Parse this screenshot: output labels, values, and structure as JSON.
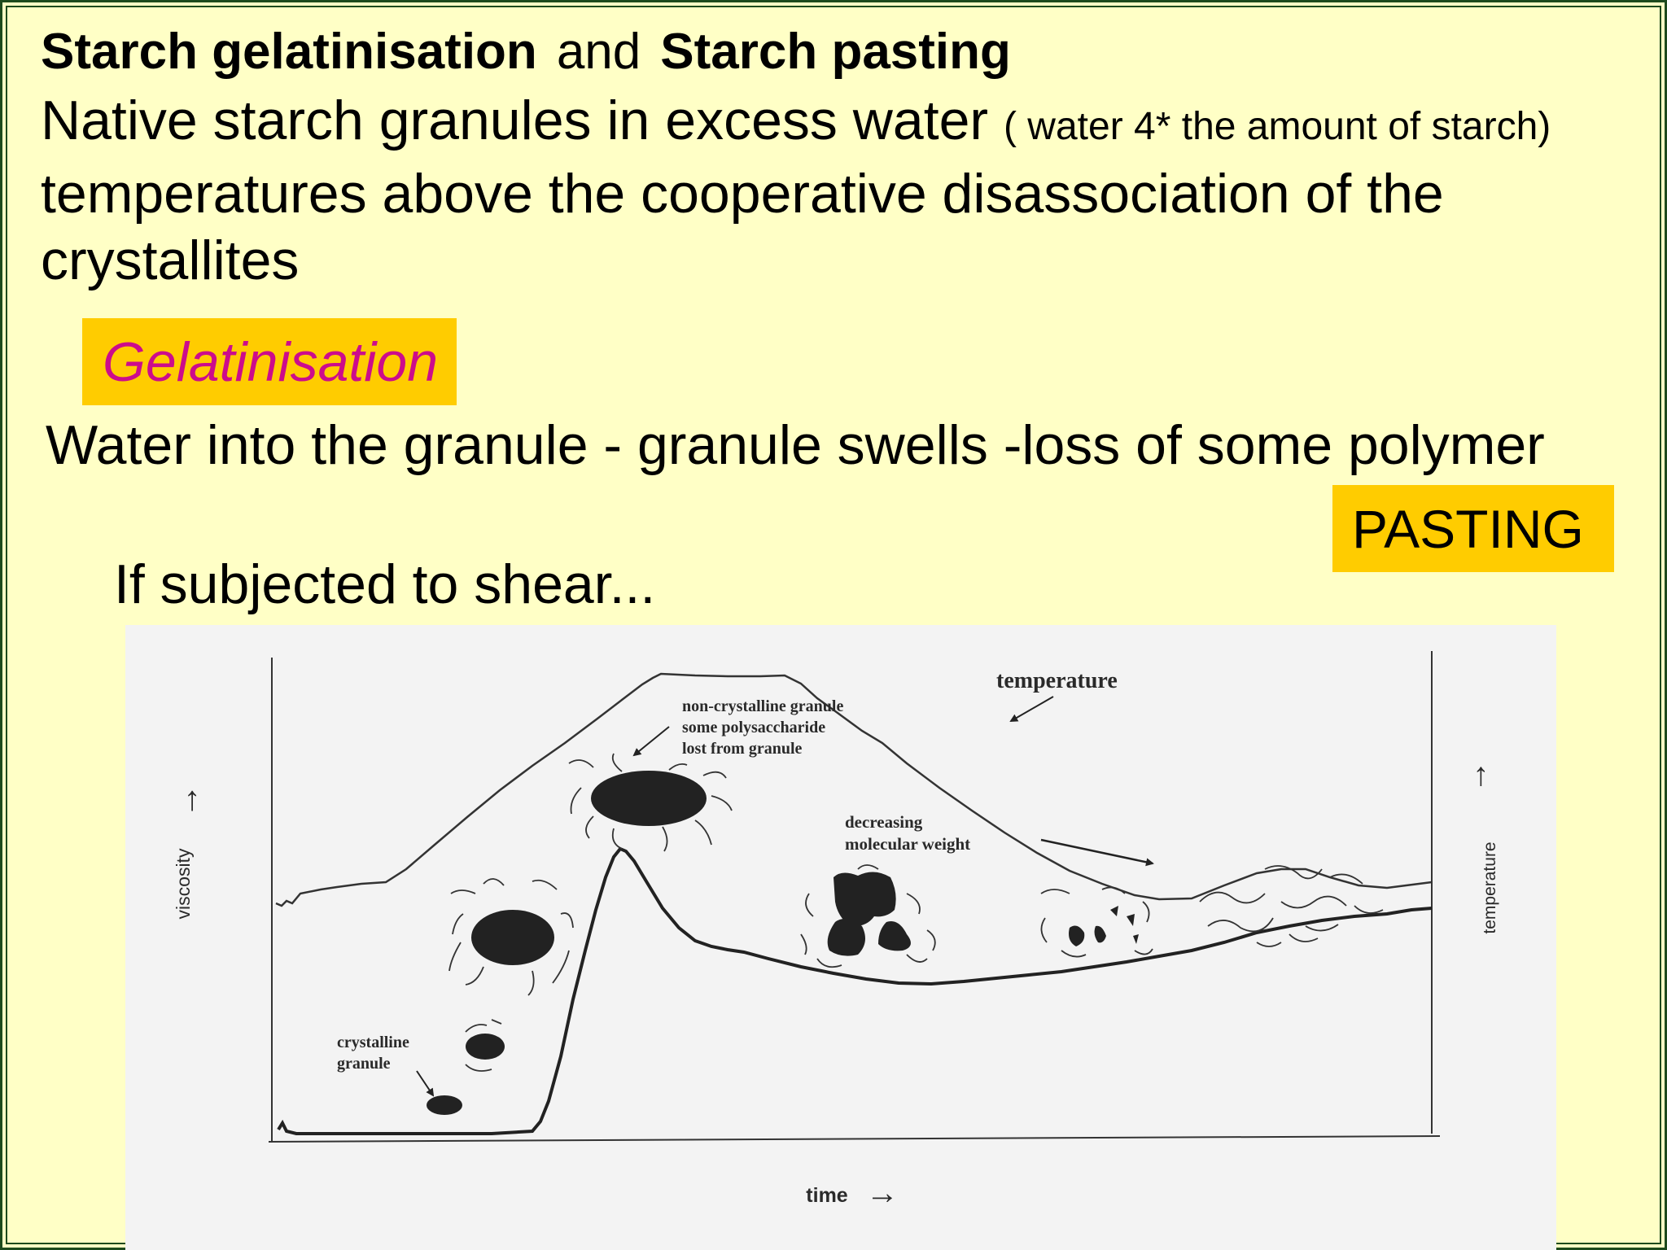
{
  "slide": {
    "title_part1": "Starch gelatinisation",
    "title_and": "and",
    "title_part2": "Starch pasting",
    "intro_line1": "Native starch granules in excess water",
    "intro_note": "( water 4* the amount of starch)",
    "intro_line2": "temperatures above the cooperative disassociation of the",
    "intro_line3": "crystallites",
    "gelatinisation_label": "Gelatinisation",
    "water_line": "Water into the granule - granule swells -loss of some polymer",
    "pasting_label": "PASTING",
    "shear_line": "If subjected to shear..."
  },
  "diagram": {
    "temperature_label": "temperature",
    "nc_line1": "non-crystalline granule",
    "nc_line2": "some polysaccharide",
    "nc_line3": "lost from granule",
    "dmw_line1": "decreasing",
    "dmw_line2": "molecular weight",
    "cg_line1": "crystalline",
    "cg_line2": "granule",
    "axis_y_left": "viscosity",
    "axis_y_right": "temperature",
    "axis_x": "time",
    "arrow_right": "→",
    "arrow_up": "→"
  },
  "colors": {
    "background": "#ffffc6",
    "frame": "#1d4a1d",
    "highlight": "#ffcc00",
    "magenta": "#cc0c8c"
  }
}
